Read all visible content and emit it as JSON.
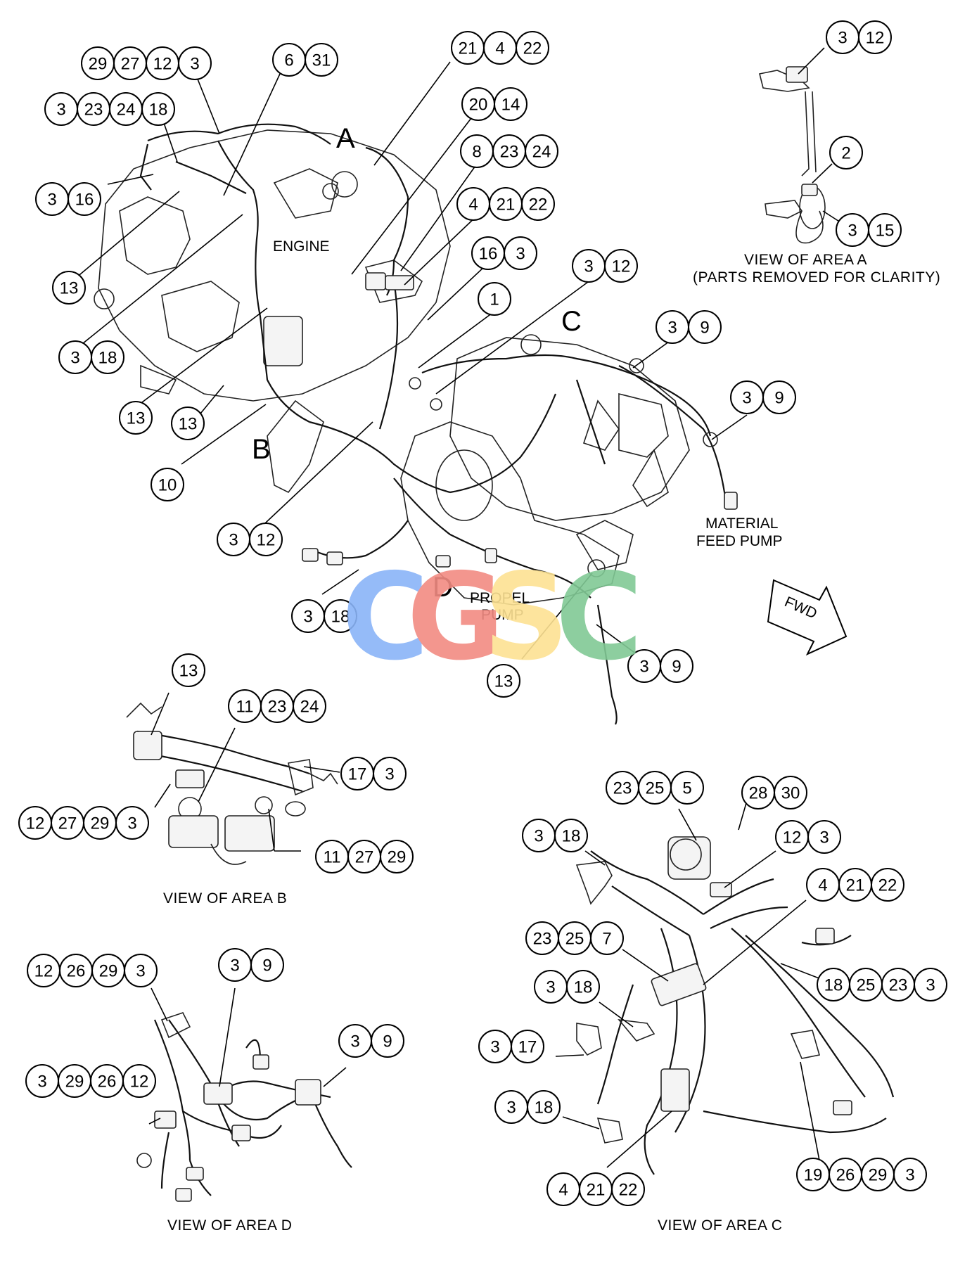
{
  "labels": {
    "engine": "ENGINE",
    "material_feed_pump_1": "MATERIAL",
    "material_feed_pump_2": "FEED PUMP",
    "propel_pump_1": "PROPEL",
    "propel_pump_2": "PUMP",
    "fwd": "FWD",
    "area_a": "A",
    "area_b": "B",
    "area_c": "C",
    "area_d": "D"
  },
  "views": {
    "view_a_1": "VIEW OF AREA A",
    "view_a_2": "(PARTS REMOVED FOR CLARITY)",
    "view_b": "VIEW OF AREA B",
    "view_c": "VIEW OF AREA C",
    "view_d": "VIEW OF AREA D"
  },
  "watermark": {
    "letters": [
      "C",
      "G",
      "S",
      "C"
    ],
    "colors": [
      "#8ab4f8",
      "#f28b82",
      "#fde293",
      "#81c995"
    ]
  },
  "callouts": [
    [
      "29",
      "27",
      "12",
      "3"
    ],
    [
      "6",
      "31"
    ],
    [
      "21",
      "4",
      "22"
    ],
    [
      "3",
      "23",
      "24",
      "18"
    ],
    [
      "20",
      "14"
    ],
    [
      "8",
      "23",
      "24"
    ],
    [
      "3",
      "16"
    ],
    [
      "4",
      "21",
      "22"
    ],
    [
      "16",
      "3"
    ],
    [
      "13"
    ],
    [
      "3",
      "12"
    ],
    [
      "1"
    ],
    [
      "3",
      "18"
    ],
    [
      "3",
      "9"
    ],
    [
      "3",
      "9"
    ],
    [
      "13"
    ],
    [
      "13"
    ],
    [
      "10"
    ],
    [
      "3",
      "12"
    ],
    [
      "3",
      "18"
    ],
    [
      "13"
    ],
    [
      "3",
      "9"
    ],
    [
      "3",
      "12"
    ],
    [
      "2"
    ],
    [
      "3",
      "15"
    ],
    [
      "13"
    ],
    [
      "11",
      "23",
      "24"
    ],
    [
      "17",
      "3"
    ],
    [
      "12",
      "27",
      "29",
      "3"
    ],
    [
      "11",
      "27",
      "29"
    ],
    [
      "23",
      "25",
      "5"
    ],
    [
      "28",
      "30"
    ],
    [
      "3",
      "18"
    ],
    [
      "12",
      "3"
    ],
    [
      "4",
      "21",
      "22"
    ],
    [
      "23",
      "25",
      "7"
    ],
    [
      "3",
      "18"
    ],
    [
      "18",
      "25",
      "23",
      "3"
    ],
    [
      "3",
      "17"
    ],
    [
      "3",
      "18"
    ],
    [
      "4",
      "21",
      "22"
    ],
    [
      "19",
      "26",
      "29",
      "3"
    ],
    [
      "12",
      "26",
      "29",
      "3"
    ],
    [
      "3",
      "9"
    ],
    [
      "3",
      "9"
    ],
    [
      "3",
      "29",
      "26",
      "12"
    ]
  ]
}
